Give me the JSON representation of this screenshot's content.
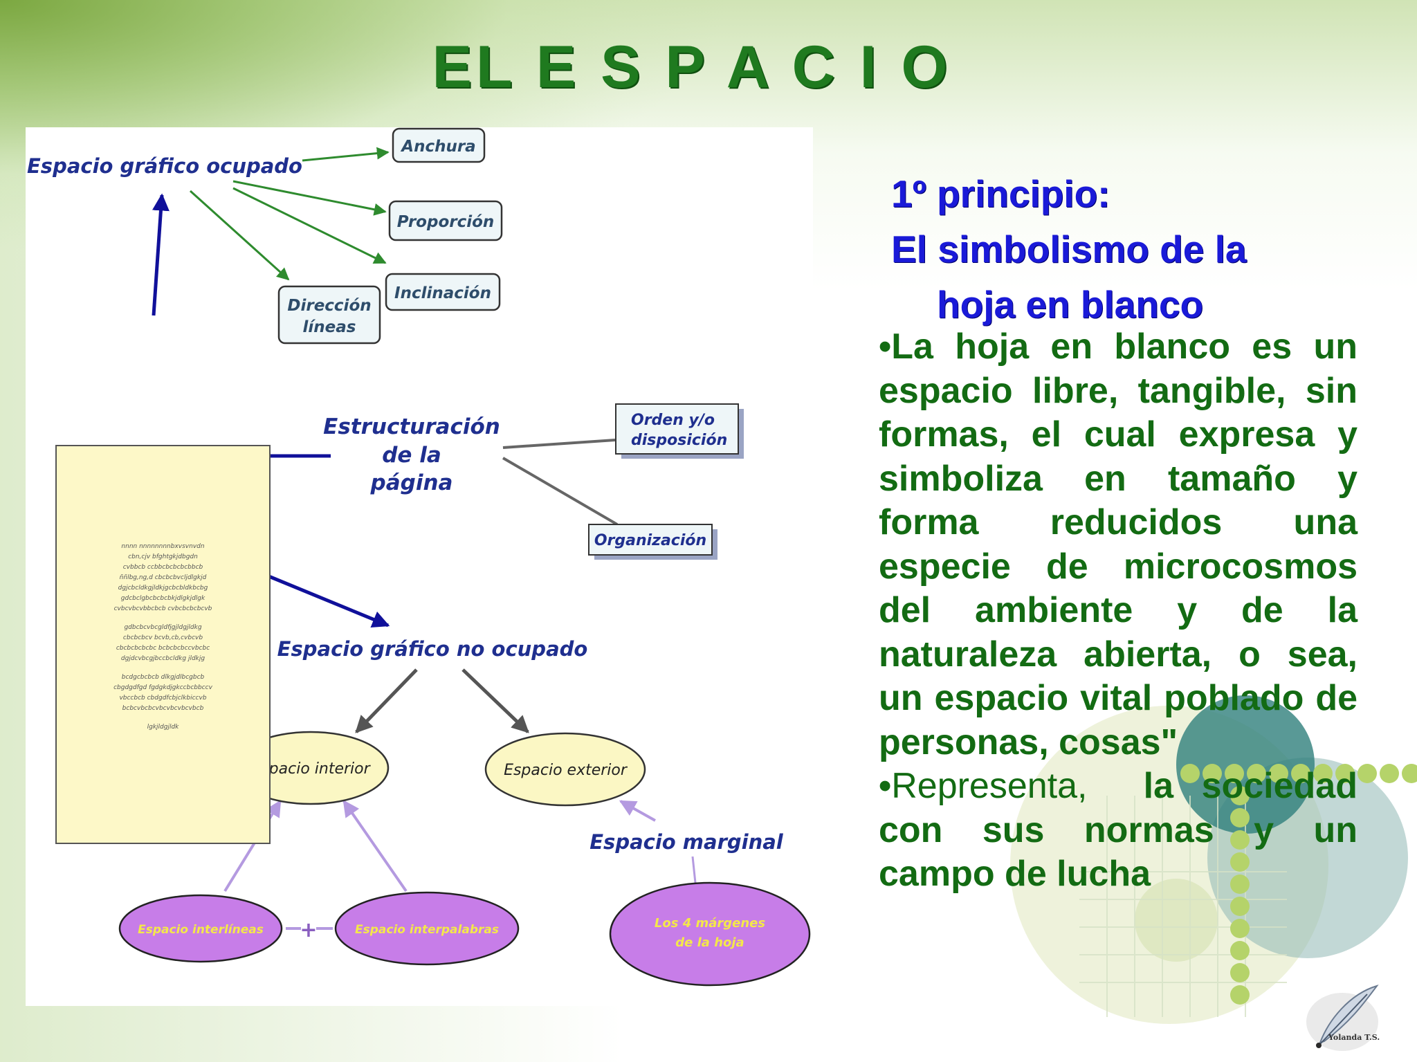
{
  "title": "EL E S P A C I O",
  "diagram": {
    "nodes": {
      "espacio_grafico_ocupado": "Espacio gráfico ocupado",
      "anchura": "Anchura",
      "proporcion": "Proporción",
      "inclinacion": "Inclinación",
      "direccion_line1": "Dirección",
      "direccion_line2": "líneas",
      "estructuracion_line1": "Estructuración",
      "estructuracion_line2": "de la",
      "estructuracion_line3": "página",
      "orden_line1": "Orden y/o",
      "orden_line2": "disposición",
      "organizacion": "Organización",
      "espacio_grafico_no_ocupado": "Espacio gráfico no ocupado",
      "espacio_interior": "Espacio interior",
      "espacio_exterior": "Espacio exterior",
      "espacio_marginal": "Espacio marginal",
      "espacio_interlineas": "Espacio interlíneas",
      "plus": "+",
      "espacio_interpalabras": "Espacio interpalabras",
      "margenes_line1": "Los 4 márgenes",
      "margenes_line2": "de la hoja"
    },
    "page_mock_lines": [
      "nnnn  nnnnnnnnbxvsvnvdn",
      "cbn,cjv   bfghtgkjdbgdn",
      "cvbbcb     ccbbcbcbcbcbbcb",
      "ññlbg,ng,d     cbcbcbvcljdlgkjd",
      "dgjcbcldkgjldkjgcbcbldkbcbg",
      "gdcbclgbcbcbcbkjdlgkjdlgk",
      "cvbcvbcvbbcbcb   cvbcbcbcbcvb",
      "",
      "gdbcbcvbcgldfjgjldgjldkg",
      "cbcbcbcv      bcvb,cb,cvbcvb",
      "cbcbcbcbcbc    bcbcbcbccvbcbc",
      "dgjdcvbcgjbccbcldkg jldkjg",
      "",
      "bcdgcbcbcb    dlkgjdlbcgbcb",
      "cbgdgdfgd    fgdgkdjgkccbcbbccv",
      "vbccbcb     cbdgdfcbjclkbiccvb",
      "bcbcvbcbcvbcvbcvbcvbcb",
      "",
      "lgkjldgjldk"
    ]
  },
  "text": {
    "heading_line1": "1º principio:",
    "heading_line2": "El simbolismo de la",
    "heading_line3": "hoja en blanco",
    "bullet": "•",
    "para1": "La hoja en blanco es un espacio libre, tangible, sin formas, el cual expresa y simboliza en tamaño y forma reducidos una especie de microcosmos del ambiente y de la naturaleza abierta, o sea, un espacio vital poblado de personas, cosas\"",
    "para2_normal": "Representa,",
    "para2_bold": "la sociedad con sus normas y un campo de lucha"
  },
  "author": "Yolanda T.S.",
  "colors": {
    "title": "#1f7a1f",
    "heading": "#1a1ad8",
    "body_text": "#136b13",
    "diagram_label": "#1f2f8f",
    "green_arrow": "#2e8b2e",
    "navy_arrow": "#10109a",
    "violet_node": "#c77de8",
    "yellow_node": "#fdf8c8",
    "box_fill": "#eef6f8"
  }
}
